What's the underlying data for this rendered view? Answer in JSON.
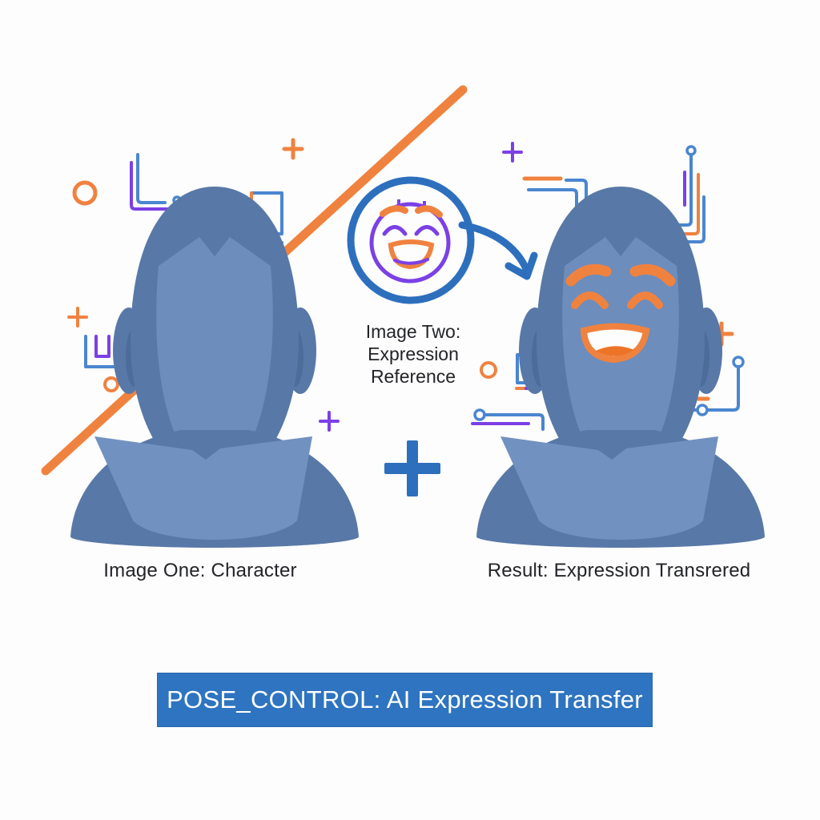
{
  "captions": {
    "left_figure": "Image One: Character",
    "reference_line1": "Image Two:",
    "reference_line2": "Expression",
    "reference_line3": "Reference",
    "right_figure": "Result: Expression Transrered"
  },
  "banner": {
    "label": "POSE_CONTROL: AI Expression Transfer"
  },
  "icons": {
    "smiley_badge": "happy-expression-reference-icon",
    "transfer_arrow": "curved-transfer-arrow-icon",
    "plus_operator": "plus-operator-icon",
    "decorations": [
      "orange-circle-icon",
      "purple-corner-trace-icon",
      "blue-corner-trace-icon",
      "orange-plus-icon",
      "purple-plus-icon",
      "blue-square-icon",
      "bracket-icon",
      "circuit-node-trace-icon",
      "orange-diagonal-line"
    ]
  },
  "colors": {
    "background": "#fdfdfd",
    "accent-blue": "#2d6fbd",
    "line-blue": "#4a86d0",
    "orange": "#f0823f",
    "orange-deep": "#ed7426",
    "purple": "#7b40e6",
    "bust-dark": "#5878a7",
    "bust-face": "#6d8dbc",
    "bust-neck": "#50709e",
    "bust-panel": "#7191c0",
    "ear-inner": "#4c6c9a",
    "label-text": "#232428",
    "banner-bg": "#2e74c0",
    "banner-text": "#ffffff"
  }
}
